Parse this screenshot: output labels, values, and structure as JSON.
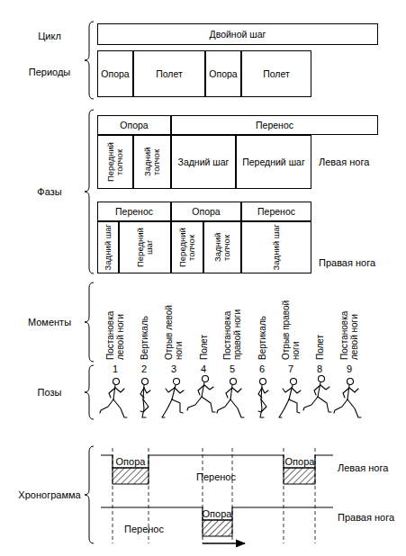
{
  "diagram": {
    "nodes": [
      {
        "text": [
          "Двойной шаг"
        ]
      },
      {
        "text": [
          "Опора"
        ]
      },
      {
        "text": [
          "Полет"
        ]
      },
      {
        "text": [
          "Опора"
        ]
      },
      {
        "text": [
          "Полет"
        ]
      },
      {
        "text": [
          "Опора"
        ]
      },
      {
        "text": [
          "Перенос"
        ]
      },
      {
        "text": [
          "Передний толчок"
        ]
      },
      {
        "text": [
          "Задний толчок"
        ]
      },
      {
        "text": [
          "Задний шаг"
        ]
      },
      {
        "text": [
          "Передний шаг"
        ]
      },
      {
        "text": [
          "Перенос"
        ]
      },
      {
        "text": [
          "Опора"
        ]
      },
      {
        "text": [
          "Перенос"
        ]
      },
      {
        "text": [
          "Задний шаг"
        ]
      },
      {
        "text": [
          "Передний шаг"
        ]
      },
      {
        "text": [
          "Передний толчок"
        ]
      },
      {
        "text": [
          "Задний толчок"
        ]
      },
      {
        "text": [
          "Задний шаг"
        ]
      }
    ],
    "labels": [
      "Цикл",
      "Периоды",
      "Фазы",
      "Левая нога",
      "Правая нога",
      "Моменты",
      "Постановка левой ноги",
      "Вертикаль",
      "Отрыв левой ноги",
      "Полет",
      "Постановка правой ноги",
      "Вертикаль",
      "Отрыв правой ноги",
      "Полет",
      "Постановка левой ноги",
      "Позы",
      "1",
      "2",
      "3",
      "4",
      "5",
      "6",
      "7",
      "8",
      "9",
      "Хронограмма",
      "Опора",
      "Опора",
      "Левая нога",
      "Перенос",
      "Опора",
      "Правая нога",
      "Перенос"
    ]
  }
}
